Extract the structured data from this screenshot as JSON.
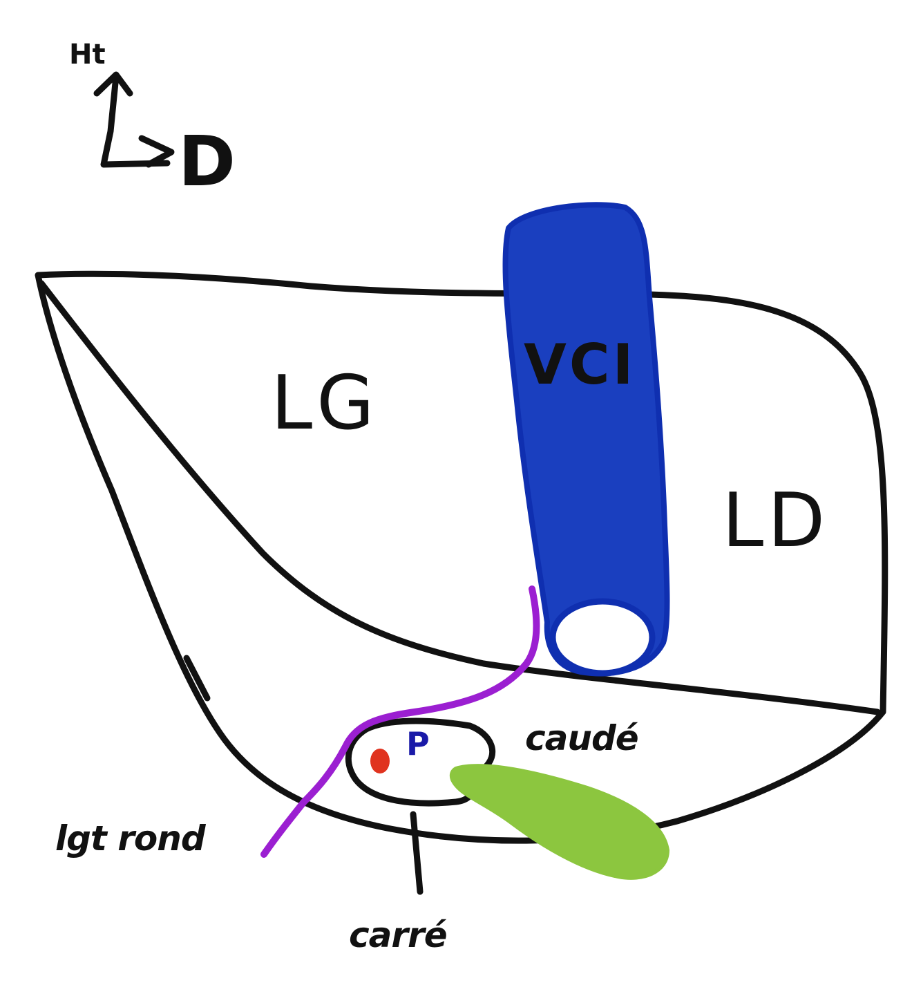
{
  "orientation": {
    "up_label": "Ht",
    "right_label": "D"
  },
  "lobes": {
    "left": "LG",
    "right": "LD",
    "caudate": "caudé",
    "quadrate": "carré"
  },
  "structures": {
    "ivc": "VCI",
    "porta": "P",
    "round_ligament": "lgt rond"
  },
  "colors": {
    "ivc": "#1a3fbf",
    "ivc_outline": "#0f2fb0",
    "round_ligament": "#9b1fd1",
    "gallbladder": "#8cc63f",
    "portal_dot": "#e0331f",
    "porta_label": "#1a1aa8",
    "ink": "#111111"
  }
}
